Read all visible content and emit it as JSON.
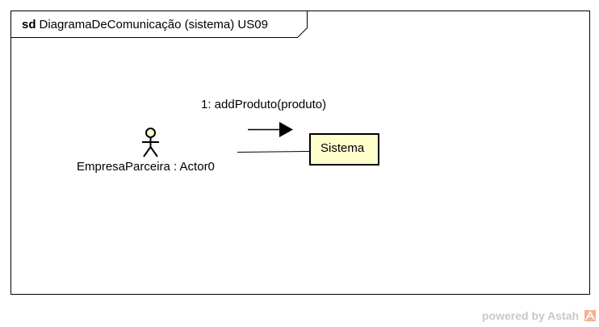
{
  "frame": {
    "keyword": "sd",
    "title": "DiagramaDeComunicação (sistema) US09"
  },
  "message": {
    "label": "1: addProduto(produto)"
  },
  "actor": {
    "label": "EmpresaParceira : Actor0",
    "icon": "stick-figure-icon",
    "head_color": "#ffffcc"
  },
  "lifeline": {
    "label": "Sistema",
    "fill_color": "#ffffcc"
  },
  "watermark": {
    "text": "powered by Astah",
    "logo_icon": "astah-logo-icon",
    "logo_color": "#e8733a"
  }
}
